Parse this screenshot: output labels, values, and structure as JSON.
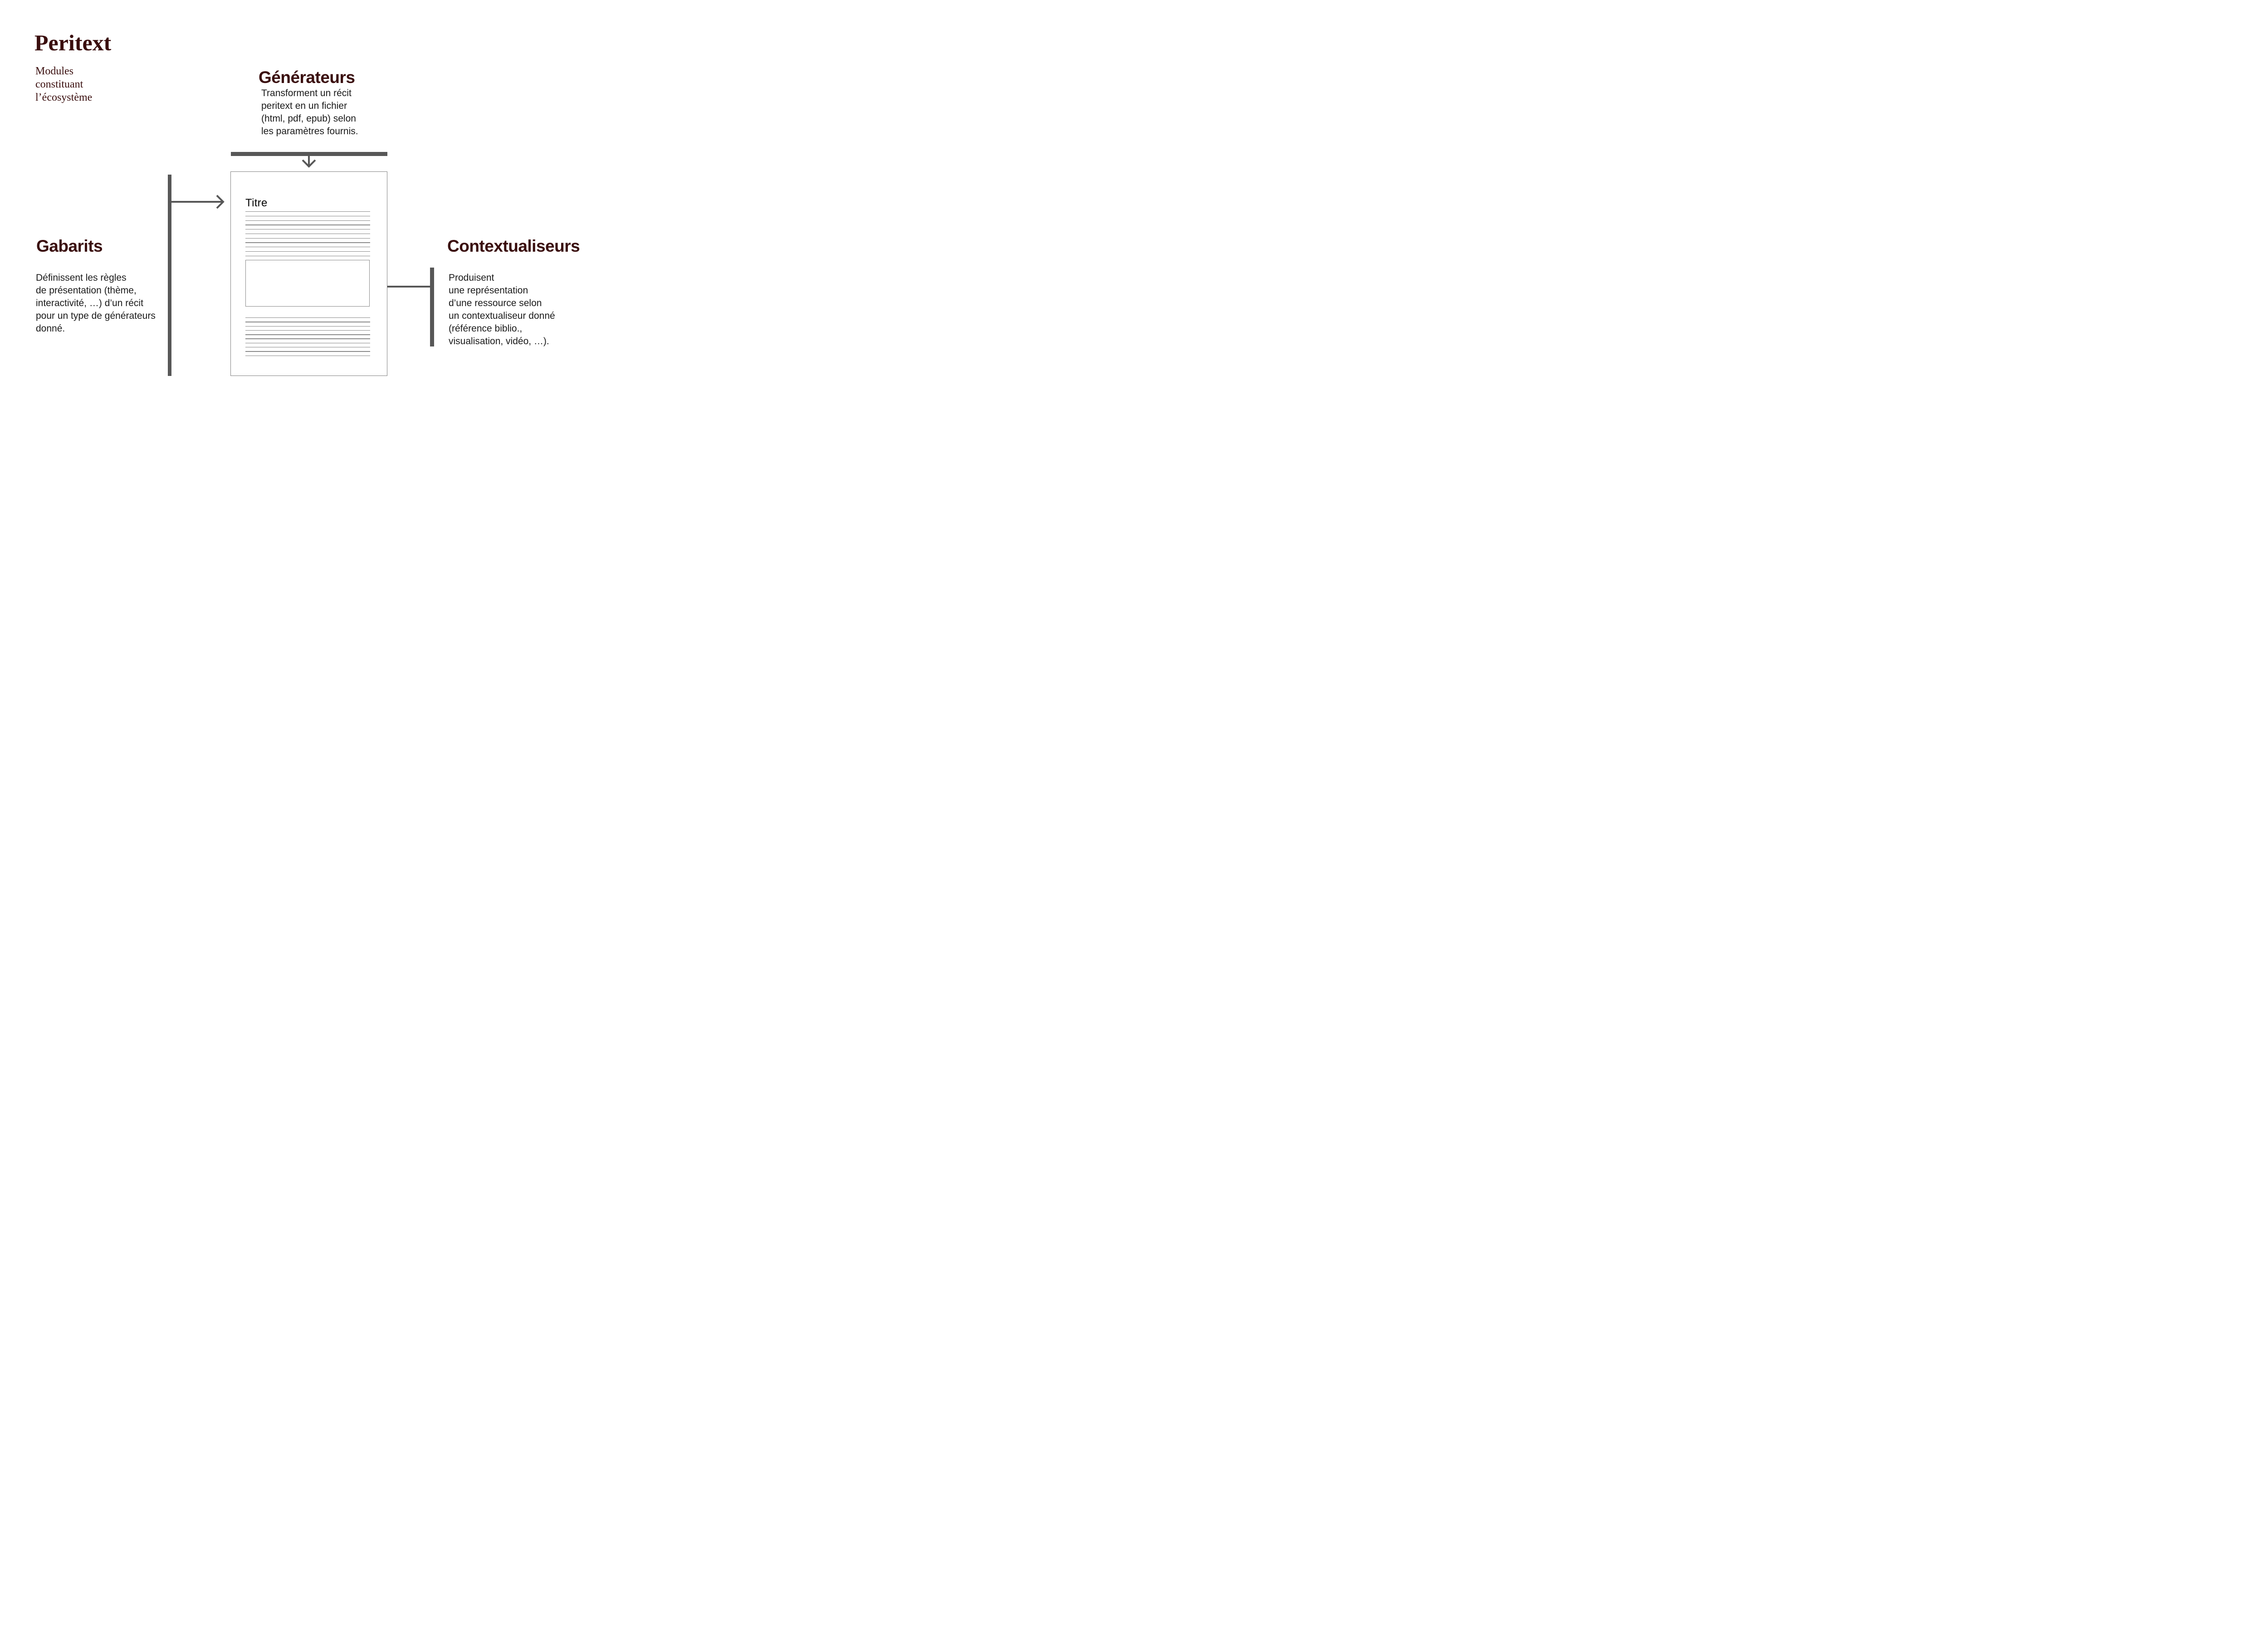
{
  "page": {
    "title": "Peritext",
    "subtitle_lines": [
      "Modules",
      "constituant",
      "l’écosystème"
    ]
  },
  "colors": {
    "heading_maroon": "#3A0E0E",
    "flow_gray": "#575757",
    "mock_line_gray": "#8A8A8A",
    "document_border_gray": "#848484",
    "body_text": "#1A1A1A",
    "background": "#FFFFFF"
  },
  "modules": {
    "generateurs": {
      "heading": "Générateurs",
      "description_lines": [
        "Transforment un récit",
        "peritext en un fichier",
        "(html, pdf, epub) selon",
        "les paramètres fournis."
      ]
    },
    "gabarits": {
      "heading": "Gabarits",
      "description_lines": [
        "Définissent les règles",
        "de présentation (thème,",
        "interactivité, …) d’un récit",
        "pour un type de générateurs",
        "donné."
      ]
    },
    "contextualiseurs": {
      "heading": "Contextualiseurs",
      "description_lines": [
        "Produisent",
        "une représentation",
        "d’une ressource selon",
        "un contextualiseur donné",
        "(référence biblio.,",
        "visualisation, vidéo, …)."
      ]
    }
  },
  "document_mock": {
    "title": "Titre",
    "upper_line_count": 11,
    "lower_line_count": 10,
    "has_media_box": true
  }
}
